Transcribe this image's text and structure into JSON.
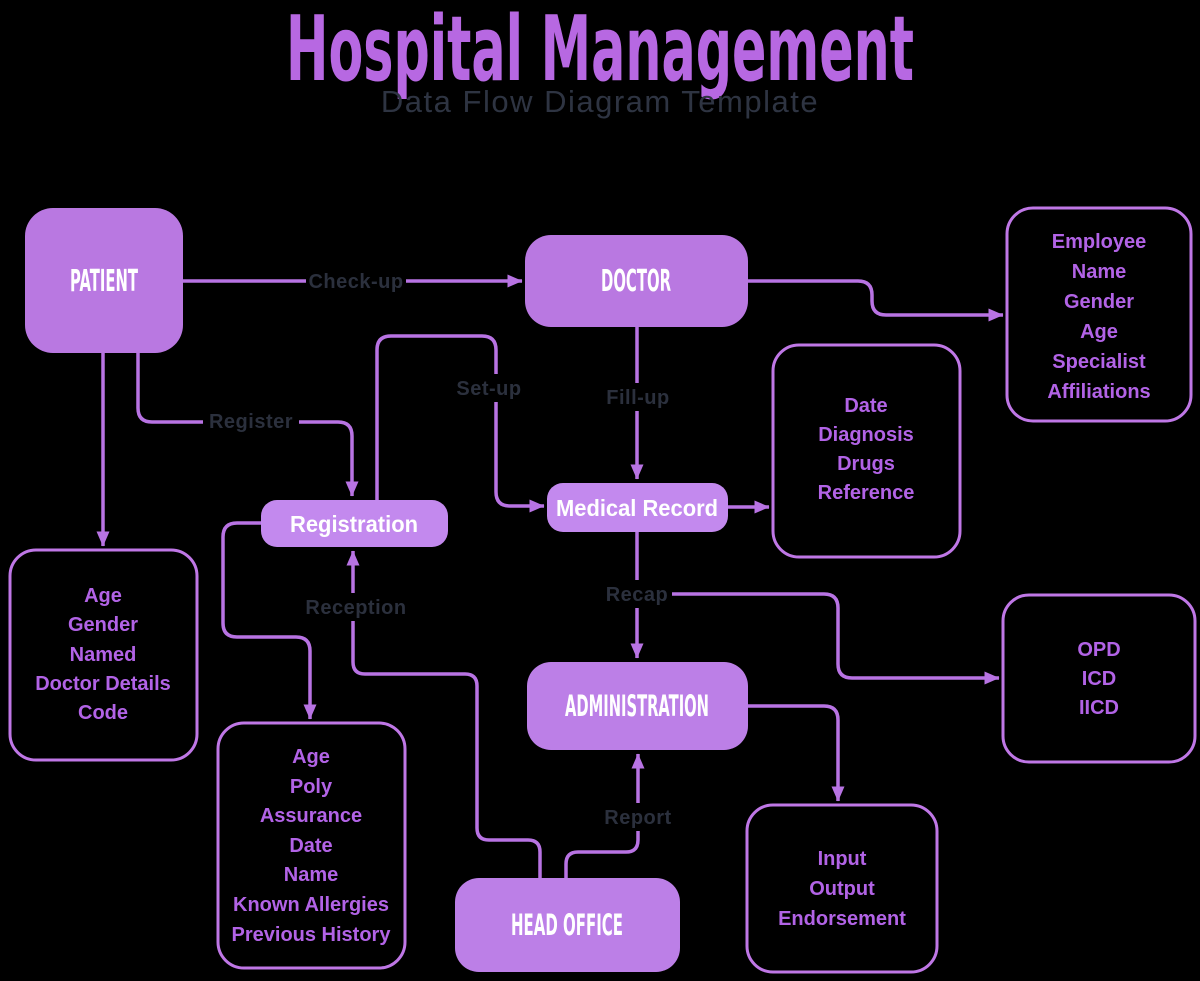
{
  "title": "Hospital Management",
  "subtitle": "Data Flow Diagram Template",
  "colors": {
    "background": "#000000",
    "title_purple": "#b768e2",
    "node_fill_large": "#b978e1",
    "node_fill_medium": "#bc7fe7",
    "node_fill_pill": "#c389ee",
    "store_border": "#bf77e6",
    "wire": "#b873e3",
    "store_text": "#b263e6",
    "node_text": "#ffffff",
    "edge_label_text": "#2b303d"
  },
  "nodes": {
    "patient": {
      "label": "PATIENT"
    },
    "doctor": {
      "label": "DOCTOR"
    },
    "registration": {
      "label": "Registration"
    },
    "medical_record": {
      "label": "Medical Record"
    },
    "administration": {
      "label": "ADMINISTRATION"
    },
    "head_office": {
      "label": "HEAD OFFICE"
    }
  },
  "stores": {
    "doctor_data": {
      "lines": [
        "Employee",
        "Name",
        "Gender",
        "Age",
        "Specialist",
        "Affiliations"
      ]
    },
    "medical_record_data": {
      "lines": [
        "Date",
        "Diagnosis",
        "Drugs",
        "Reference"
      ]
    },
    "patient_data": {
      "lines": [
        "Age",
        "Gender",
        "Named",
        "Doctor Details",
        "Code"
      ]
    },
    "administration_data": {
      "lines": [
        "OPD",
        "ICD",
        "IICD"
      ]
    },
    "registration_data": {
      "lines": [
        "Age",
        "Poly",
        "Assurance",
        "Date",
        "Name",
        "Known Allergies",
        "Previous History"
      ]
    },
    "head_office_data": {
      "lines": [
        "Input",
        "Output",
        "Endorsement"
      ]
    }
  },
  "edges": {
    "check_up": {
      "label": "Check-up"
    },
    "register": {
      "label": "Register"
    },
    "set_up": {
      "label": "Set-up"
    },
    "fill_up": {
      "label": "Fill-up"
    },
    "reception": {
      "label": "Reception"
    },
    "recap": {
      "label": "Recap"
    },
    "report": {
      "label": "Report"
    }
  }
}
